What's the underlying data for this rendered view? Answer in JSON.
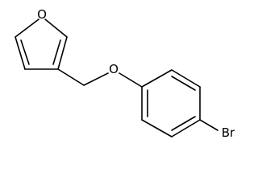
{
  "molecule": {
    "atoms": {
      "furan_oxygen": "O",
      "ether_oxygen": "O",
      "bromine": "Br"
    }
  }
}
